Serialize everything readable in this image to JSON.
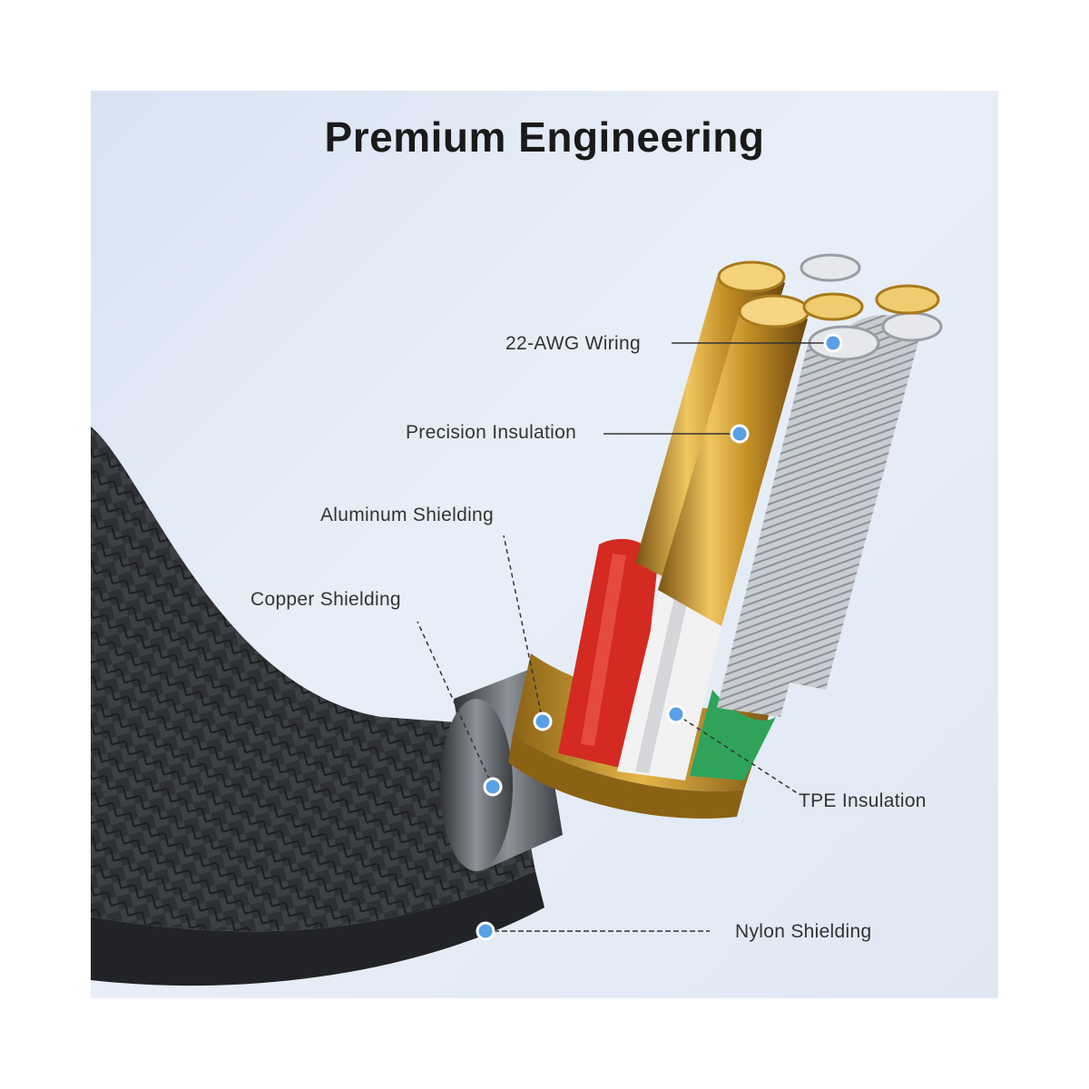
{
  "title": "Premium Engineering",
  "labels": {
    "wiring": "22-AWG Wiring",
    "precision_insulation": "Precision Insulation",
    "aluminum_shielding": "Aluminum Shielding",
    "copper_shielding": "Copper Shielding",
    "tpe_insulation": "TPE Insulation",
    "nylon_shielding": "Nylon Shielding"
  },
  "colors": {
    "background": "#e4ebf5",
    "marker": "#5aa0e6",
    "braid": "#2b2d30",
    "gold": "#c8962a",
    "red_insulation": "#d42a22",
    "green_insulation": "#2fa35a",
    "white_insulation": "#f2f2f2"
  }
}
